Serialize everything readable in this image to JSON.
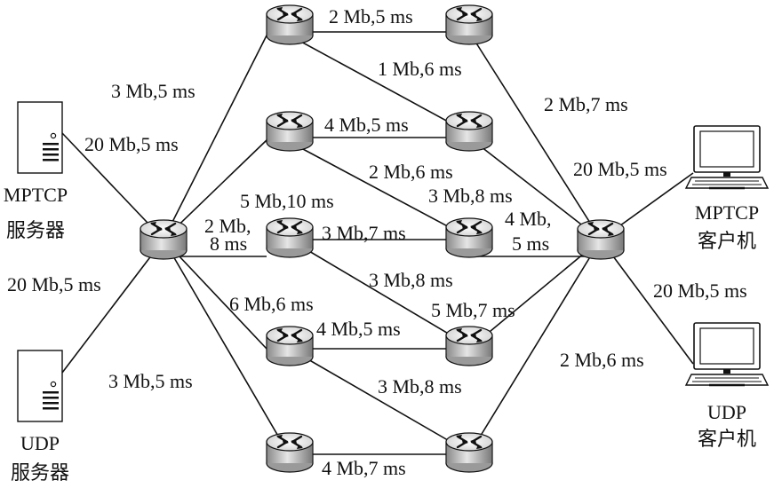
{
  "nodes": {
    "mptcp_server": {
      "label_1": "MPTCP",
      "label_2": "服务器"
    },
    "udp_server": {
      "label_1": "UDP",
      "label_2": "服务器"
    },
    "mptcp_client": {
      "label_1": "MPTCP",
      "label_2": "客户机"
    },
    "udp_client": {
      "label_1": "UDP",
      "label_2": "客户机"
    }
  },
  "links": {
    "l_mptcp_server": "20 Mb,5 ms",
    "l_udp_server": "20 Mb,5 ms",
    "l_s_r1": "3 Mb,5 ms",
    "l_s_r2": "5 Mb,10 ms",
    "l_s_r3_a": "2 Mb,",
    "l_s_r3_b": "8 ms",
    "l_s_r4": "6 Mb,6 ms",
    "l_s_r5": "3 Mb,5 ms",
    "l_r1_d1": "2 Mb,5 ms",
    "l_r1_d2": "1 Mb,6 ms",
    "l_r2_d2": "4 Mb,5 ms",
    "l_r2_d3": "2 Mb,6 ms",
    "l_r3_d3": "3 Mb,7 ms",
    "l_r3_d4": "3 Mb,8 ms",
    "l_r4_d4": "4 Mb,5 ms",
    "l_r4_d5": "3 Mb,8 ms",
    "l_r5_d5": "4 Mb,7 ms",
    "l_d1_c": "2 Mb,7 ms",
    "l_d2_c": "3 Mb,8 ms",
    "l_d3_c_a": "4 Mb,",
    "l_d3_c_b": "5 ms",
    "l_d4_c": "5 Mb,7 ms",
    "l_d5_c": "2 Mb,6 ms",
    "l_mptcp_client": "20 Mb,5 ms",
    "l_udp_client": "20 Mb,5 ms"
  }
}
